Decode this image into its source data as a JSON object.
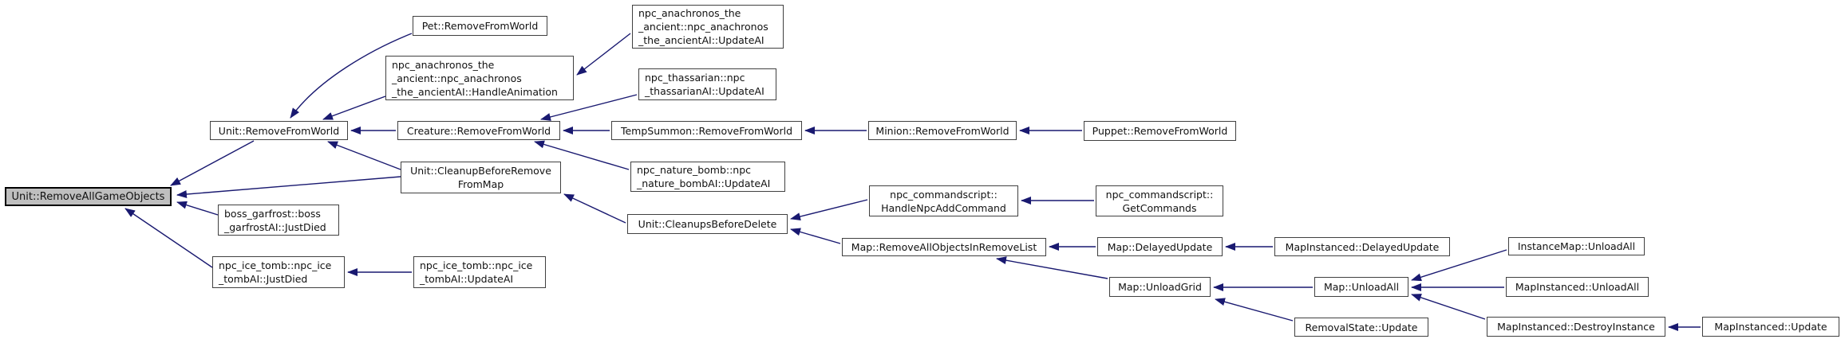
{
  "diagram": {
    "type": "call-graph",
    "description": "Caller graph for Unit::RemoveAllGameObjects",
    "colors": {
      "edge": "#191970",
      "node_background": "#ffffff",
      "node_border": "#404040",
      "highlight_background": "#bfbfbf",
      "highlight_border": "#000000",
      "text": "#111111"
    }
  },
  "graph": {
    "nodes": [
      {
        "id": "unit-remove-all-game-objects",
        "label": "Unit::RemoveAllGameObjects",
        "highlighted": true
      },
      {
        "id": "unit-remove-from-world",
        "label": "Unit::RemoveFromWorld",
        "highlighted": false
      },
      {
        "id": "pet-remove-from-world",
        "label": "Pet::RemoveFromWorld",
        "highlighted": false
      },
      {
        "id": "npc-anachronos-handle-animation",
        "label": "npc_anachronos_the\n_ancient::npc_anachronos\n_the_ancientAI::HandleAnimation",
        "highlighted": false
      },
      {
        "id": "npc-anachronos-update-ai",
        "label": "npc_anachronos_the\n_ancient::npc_anachronos\n_the_ancientAI::UpdateAI",
        "highlighted": false
      },
      {
        "id": "creature-remove-from-world",
        "label": "Creature::RemoveFromWorld",
        "highlighted": false
      },
      {
        "id": "npc-thassarian-update-ai",
        "label": "npc_thassarian::npc\n_thassarianAI::UpdateAI",
        "highlighted": false
      },
      {
        "id": "temp-summon-remove-from-world",
        "label": "TempSummon::RemoveFromWorld",
        "highlighted": false
      },
      {
        "id": "minion-remove-from-world",
        "label": "Minion::RemoveFromWorld",
        "highlighted": false
      },
      {
        "id": "puppet-remove-from-world",
        "label": "Puppet::RemoveFromWorld",
        "highlighted": false
      },
      {
        "id": "unit-cleanup-before-remove-from-map",
        "label": "Unit::CleanupBeforeRemove\nFromMap",
        "highlighted": false
      },
      {
        "id": "npc-nature-bomb-update-ai",
        "label": "npc_nature_bomb::npc\n_nature_bombAI::UpdateAI",
        "highlighted": false
      },
      {
        "id": "unit-cleanups-before-delete",
        "label": "Unit::CleanupsBeforeDelete",
        "highlighted": false
      },
      {
        "id": "npc-commandscript-handle-npc-add-command",
        "label": "npc_commandscript::\nHandleNpcAddCommand",
        "highlighted": false
      },
      {
        "id": "npc-commandscript-get-commands",
        "label": "npc_commandscript::\nGetCommands",
        "highlighted": false
      },
      {
        "id": "map-remove-all-objects-in-remove-list",
        "label": "Map::RemoveAllObjectsInRemoveList",
        "highlighted": false
      },
      {
        "id": "map-delayed-update",
        "label": "Map::DelayedUpdate",
        "highlighted": false
      },
      {
        "id": "map-instanced-delayed-update",
        "label": "MapInstanced::DelayedUpdate",
        "highlighted": false
      },
      {
        "id": "instance-map-unload-all",
        "label": "InstanceMap::UnloadAll",
        "highlighted": false
      },
      {
        "id": "map-unload-grid",
        "label": "Map::UnloadGrid",
        "highlighted": false
      },
      {
        "id": "map-unload-all",
        "label": "Map::UnloadAll",
        "highlighted": false
      },
      {
        "id": "map-instanced-unload-all",
        "label": "MapInstanced::UnloadAll",
        "highlighted": false
      },
      {
        "id": "removal-state-update",
        "label": "RemovalState::Update",
        "highlighted": false
      },
      {
        "id": "map-instanced-destroy-instance",
        "label": "MapInstanced::DestroyInstance",
        "highlighted": false
      },
      {
        "id": "map-instanced-update",
        "label": "MapInstanced::Update",
        "highlighted": false
      },
      {
        "id": "boss-garfrost-just-died",
        "label": "boss_garfrost::boss\n_garfrostAI::JustDied",
        "highlighted": false
      },
      {
        "id": "npc-ice-tomb-just-died",
        "label": "npc_ice_tomb::npc_ice\n_tombAI::JustDied",
        "highlighted": false
      },
      {
        "id": "npc-ice-tomb-update-ai",
        "label": "npc_ice_tomb::npc_ice\n_tombAI::UpdateAI",
        "highlighted": false
      }
    ],
    "edges": [
      {
        "from": "unit-remove-from-world",
        "to": "unit-remove-all-game-objects"
      },
      {
        "from": "unit-cleanup-before-remove-from-map",
        "to": "unit-remove-all-game-objects"
      },
      {
        "from": "boss-garfrost-just-died",
        "to": "unit-remove-all-game-objects"
      },
      {
        "from": "npc-ice-tomb-just-died",
        "to": "unit-remove-all-game-objects"
      },
      {
        "from": "pet-remove-from-world",
        "to": "unit-remove-from-world"
      },
      {
        "from": "npc-anachronos-handle-animation",
        "to": "unit-remove-from-world"
      },
      {
        "from": "creature-remove-from-world",
        "to": "unit-remove-from-world"
      },
      {
        "from": "unit-cleanup-before-remove-from-map",
        "to": "unit-remove-from-world"
      },
      {
        "from": "npc-anachronos-update-ai",
        "to": "npc-anachronos-handle-animation"
      },
      {
        "from": "npc-thassarian-update-ai",
        "to": "creature-remove-from-world"
      },
      {
        "from": "temp-summon-remove-from-world",
        "to": "creature-remove-from-world"
      },
      {
        "from": "npc-nature-bomb-update-ai",
        "to": "creature-remove-from-world"
      },
      {
        "from": "minion-remove-from-world",
        "to": "temp-summon-remove-from-world"
      },
      {
        "from": "puppet-remove-from-world",
        "to": "minion-remove-from-world"
      },
      {
        "from": "unit-cleanups-before-delete",
        "to": "unit-cleanup-before-remove-from-map"
      },
      {
        "from": "npc-commandscript-handle-npc-add-command",
        "to": "unit-cleanups-before-delete"
      },
      {
        "from": "map-remove-all-objects-in-remove-list",
        "to": "unit-cleanups-before-delete"
      },
      {
        "from": "npc-commandscript-get-commands",
        "to": "npc-commandscript-handle-npc-add-command"
      },
      {
        "from": "map-delayed-update",
        "to": "map-remove-all-objects-in-remove-list"
      },
      {
        "from": "map-unload-grid",
        "to": "map-remove-all-objects-in-remove-list"
      },
      {
        "from": "map-instanced-delayed-update",
        "to": "map-delayed-update"
      },
      {
        "from": "map-unload-all",
        "to": "map-unload-grid"
      },
      {
        "from": "removal-state-update",
        "to": "map-unload-grid"
      },
      {
        "from": "instance-map-unload-all",
        "to": "map-unload-all"
      },
      {
        "from": "map-instanced-unload-all",
        "to": "map-unload-all"
      },
      {
        "from": "map-instanced-destroy-instance",
        "to": "map-unload-all"
      },
      {
        "from": "map-instanced-update",
        "to": "map-instanced-destroy-instance"
      },
      {
        "from": "npc-ice-tomb-update-ai",
        "to": "npc-ice-tomb-just-died"
      }
    ]
  }
}
